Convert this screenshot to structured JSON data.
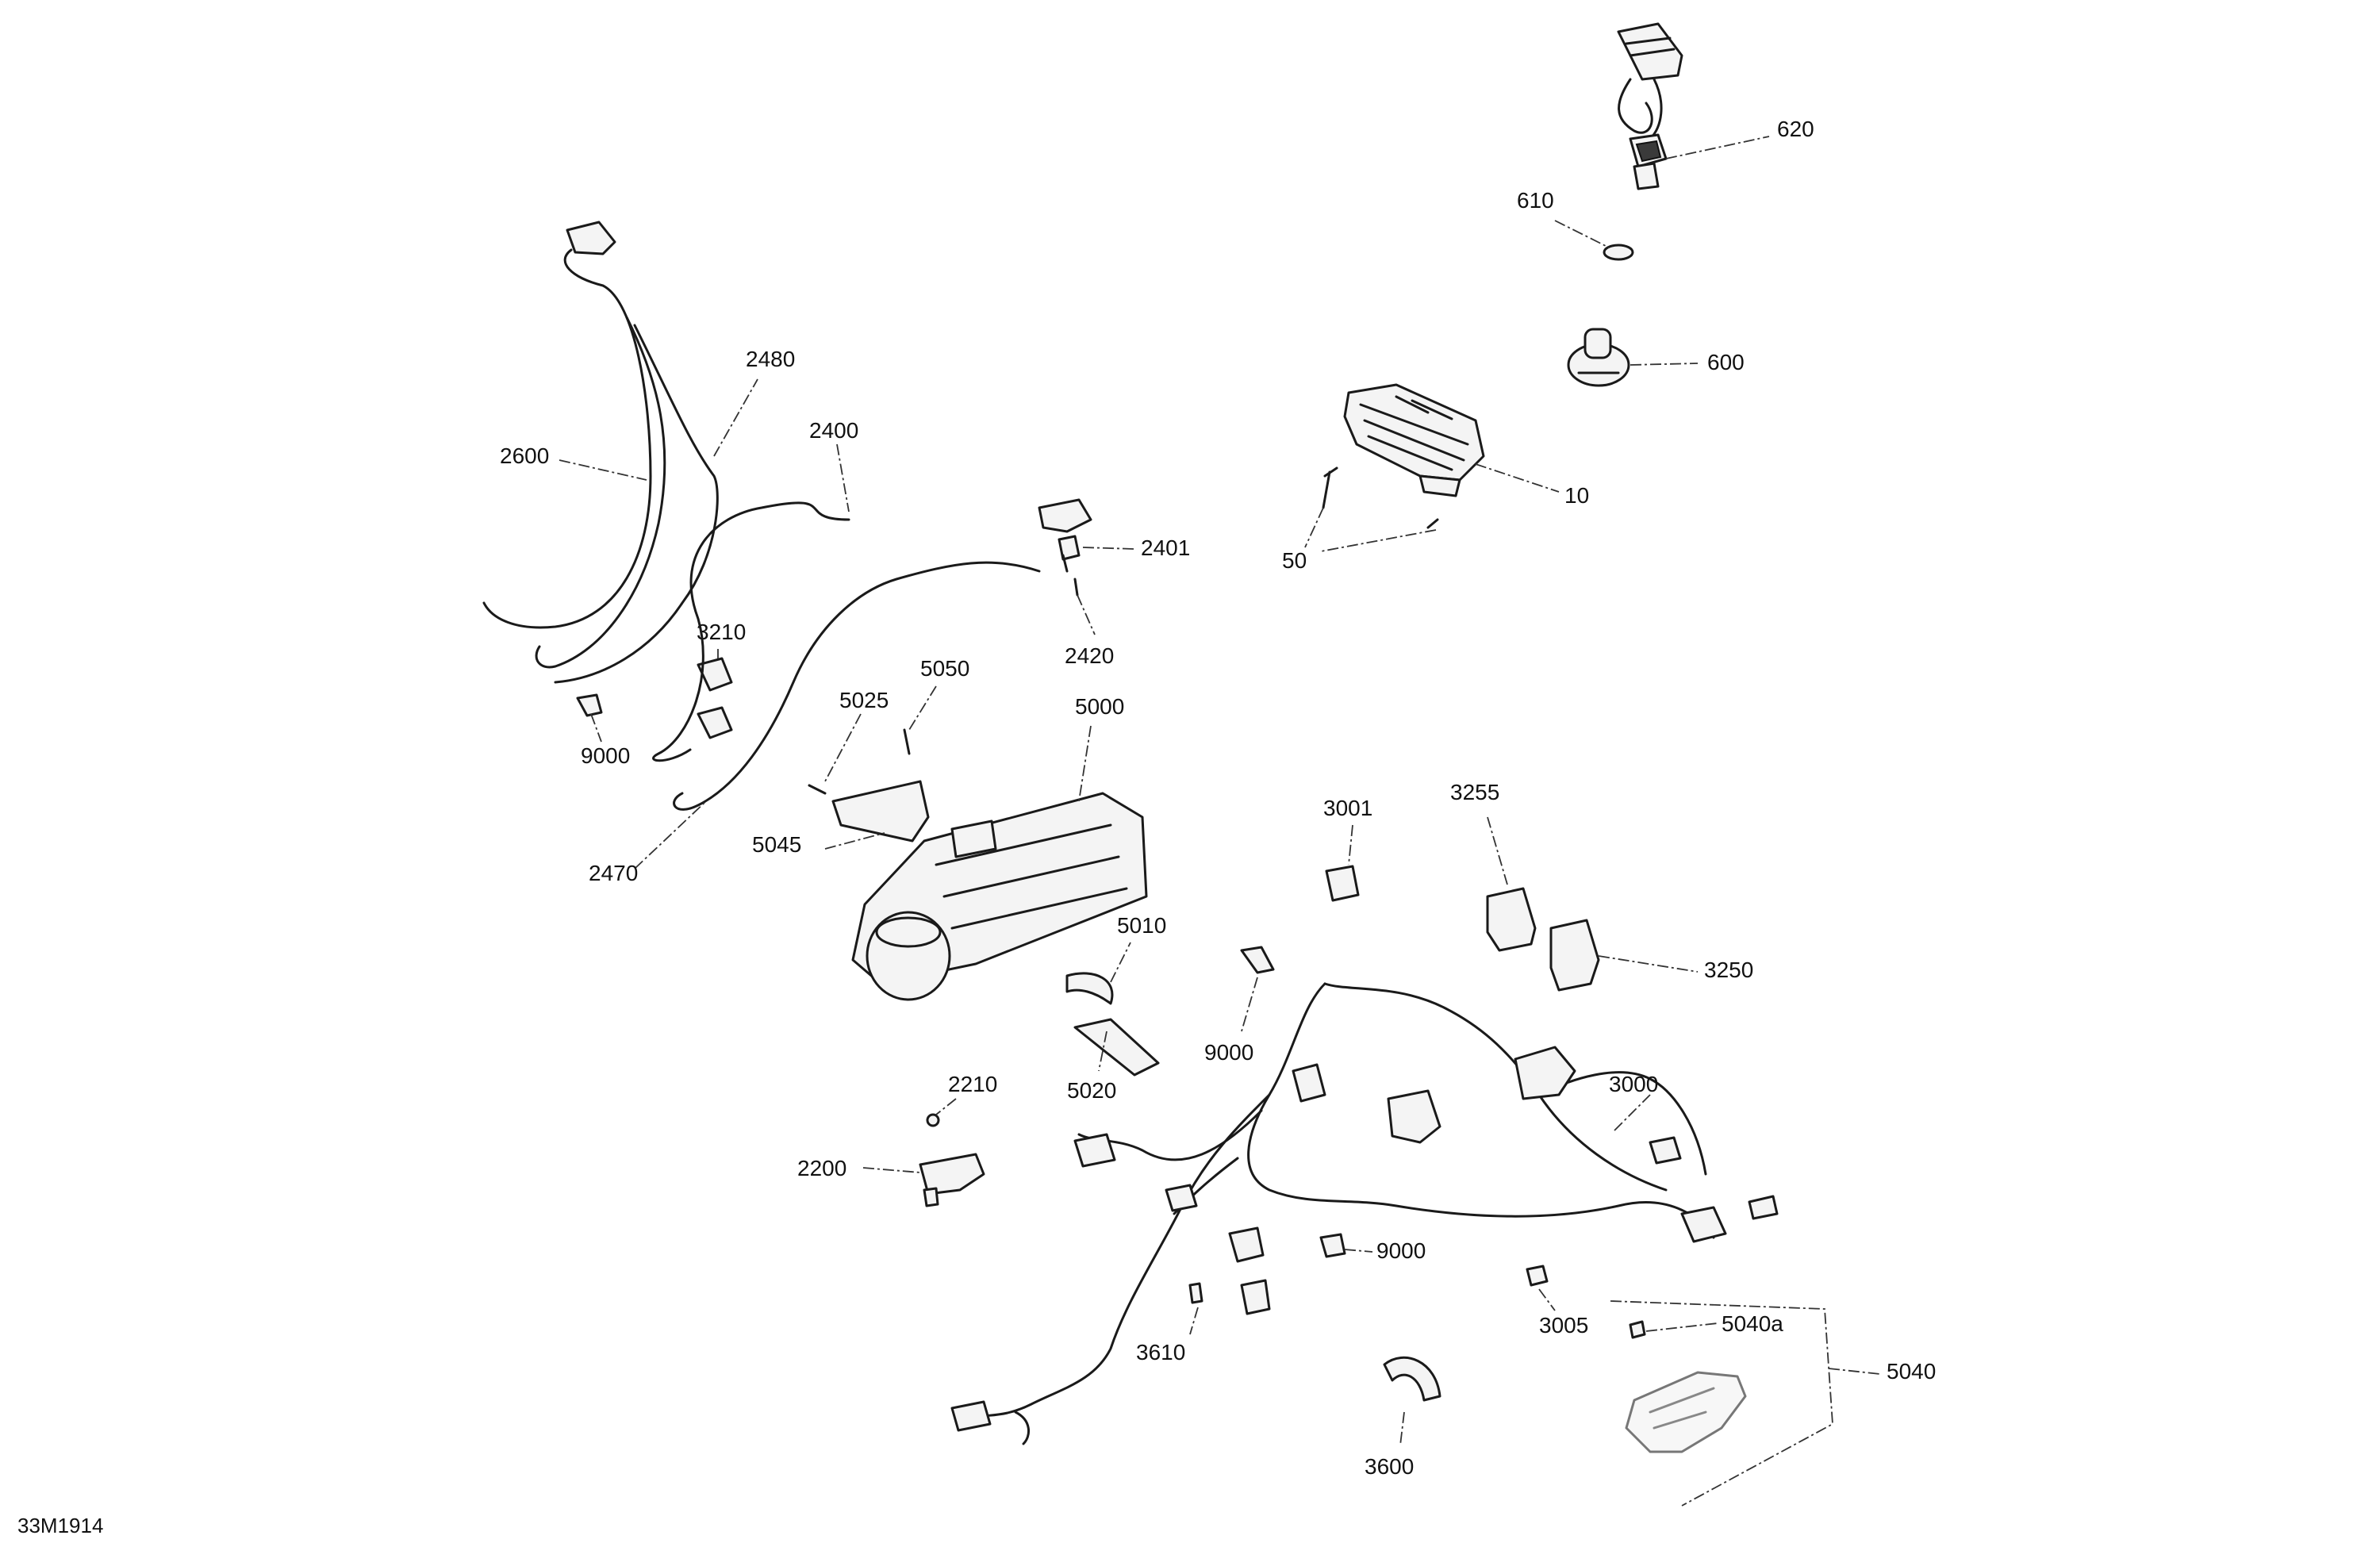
{
  "diagram": {
    "drawing_code": "33M1914",
    "callouts": {
      "c620": "620",
      "c610": "610",
      "c600": "600",
      "c10": "10",
      "c50": "50",
      "c2480": "2480",
      "c2600": "2600",
      "c2400": "2400",
      "c2401": "2401",
      "c2420": "2420",
      "c3210": "3210",
      "c9000a": "9000",
      "c5050": "5050",
      "c5025": "5025",
      "c5000": "5000",
      "c5045": "5045",
      "c2470": "2470",
      "c3001": "3001",
      "c3255": "3255",
      "c3250": "3250",
      "c5010": "5010",
      "c9000b": "9000",
      "c5020": "5020",
      "c3000": "3000",
      "c2210": "2210",
      "c2200": "2200",
      "c9000c": "9000",
      "c3005": "3005",
      "c5040a": "5040a",
      "c5040": "5040",
      "c3610": "3610",
      "c3600": "3600"
    }
  }
}
